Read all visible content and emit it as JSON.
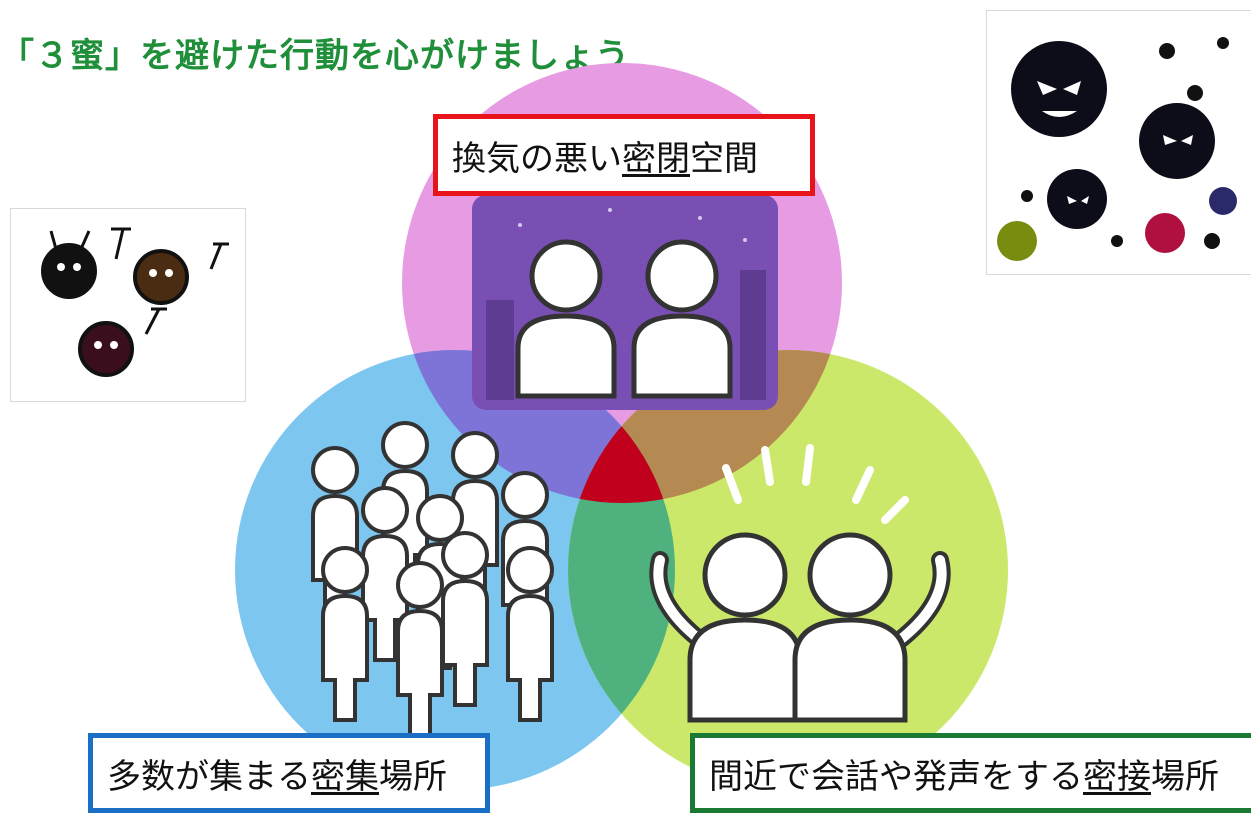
{
  "title": "「３蜜」を避けた行動を心がけましょう",
  "labels": {
    "top": {
      "pre": "換気の悪い",
      "u": "密閉",
      "post": "空間"
    },
    "left": {
      "pre": "多数が集まる",
      "u": "密集",
      "post": "場所"
    },
    "right": {
      "pre": "間近で会話や発声をする",
      "u": "密接",
      "post": "場所"
    }
  },
  "colors": {
    "title": "#1f8f3a",
    "circle_top": "#e79be3",
    "circle_left": "#7dc6f0",
    "circle_right": "#cbe86a",
    "overlap_center": "#c0001c",
    "border_top": "#e8141b",
    "border_left": "#1a6fc4",
    "border_right": "#1a7a34"
  },
  "icons": [
    "virus-group-icon",
    "virus-swarm-icon",
    "people-crowd-icon",
    "people-pair-icon",
    "people-cheering-icon"
  ]
}
